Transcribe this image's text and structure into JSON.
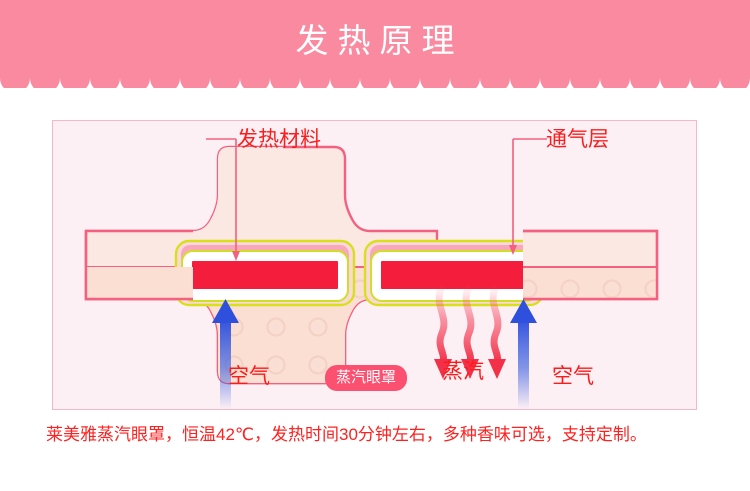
{
  "header": {
    "title": "发热原理",
    "bg_color": "#fa8aa0",
    "title_color": "#ffffff"
  },
  "diagram": {
    "panel_bg": "#fdf0f5",
    "panel_border": "#f6b8c8",
    "callouts": [
      {
        "id": "heating-material",
        "label": "发热材料",
        "color": "#fa1e1e"
      },
      {
        "id": "vent-layer",
        "label": "通气层",
        "color": "#fa1e1e"
      }
    ],
    "bottom_labels": [
      {
        "id": "air-left",
        "label": "空气",
        "color": "#ff1a1a"
      },
      {
        "id": "steam",
        "label": "蒸汽",
        "color": "#ff1a1a"
      },
      {
        "id": "air-right",
        "label": "空气",
        "color": "#ff1a1a"
      }
    ],
    "badge": {
      "label": "蒸汽眼罩",
      "bg_color": "#fb5070",
      "text_color": "#ffffff"
    },
    "colors": {
      "heating_bar": "#f41e3c",
      "inner_ring": "#ffffff",
      "vent_layer": "#f9a8bb",
      "outer_outline": "#d8e01a",
      "mask_outline": "#f4607f",
      "mask_fill": "#fce3dd",
      "mask_fill_light": "#fbe6e4",
      "air_arrow": "#3355dd",
      "steam_arrow": "#f4475f"
    }
  },
  "caption": {
    "text": "莱美雅蒸汽眼罩，恒温42℃，发热时间30分钟左右，多种香味可选，支持定制。",
    "color": "#ff2020"
  }
}
